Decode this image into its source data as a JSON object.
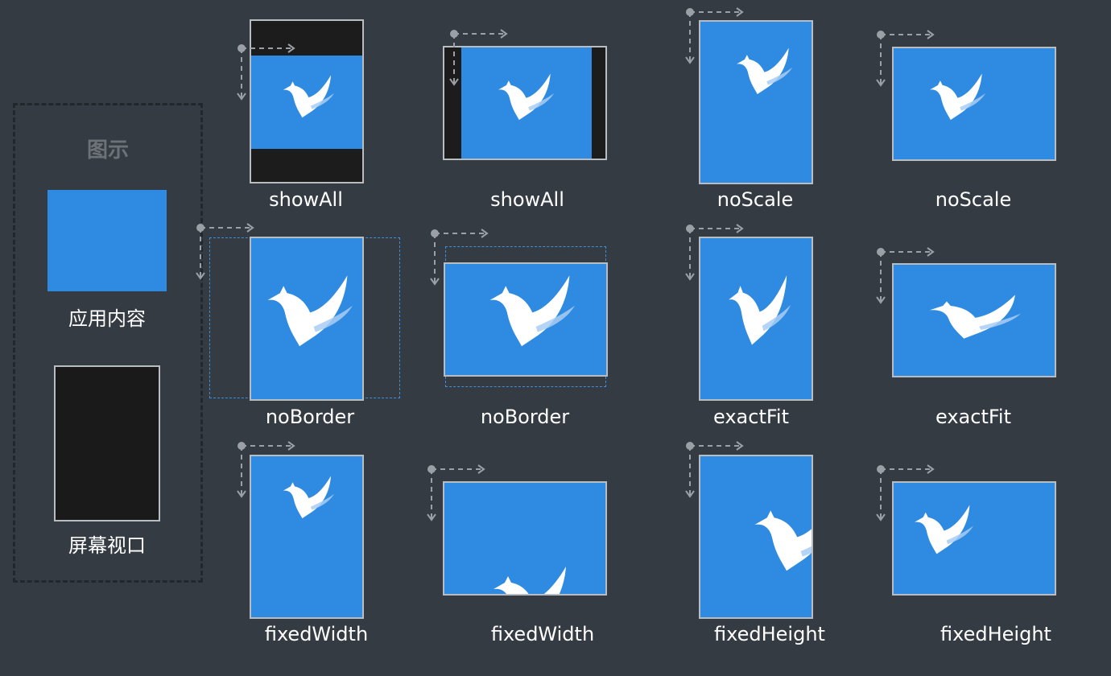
{
  "legend": {
    "title": "图示",
    "app_content_label": "应用内容",
    "screen_viewport_label": "屏幕视口"
  },
  "colors": {
    "background": "#353b43",
    "app_content": "#2f8be1",
    "viewport_fill": "#1c1c1c",
    "viewport_border": "#b9bcc0",
    "bird": "#ffffff",
    "bird_wing": "#a9cdf3",
    "axis_arrow": "#9aa0a6"
  },
  "examples": [
    {
      "id": "showall-portrait",
      "label": "showAll"
    },
    {
      "id": "showall-landscape",
      "label": "showAll"
    },
    {
      "id": "noscale-portrait",
      "label": "noScale"
    },
    {
      "id": "noscale-landscape",
      "label": "noScale"
    },
    {
      "id": "noborder-portrait",
      "label": "noBorder"
    },
    {
      "id": "noborder-landscape",
      "label": "noBorder"
    },
    {
      "id": "exactfit-portrait",
      "label": "exactFit"
    },
    {
      "id": "exactfit-landscape",
      "label": "exactFit"
    },
    {
      "id": "fixedwidth-portrait",
      "label": "fixedWidth"
    },
    {
      "id": "fixedwidth-landscape",
      "label": "fixedWidth"
    },
    {
      "id": "fixedheight-portrait",
      "label": "fixedHeight"
    },
    {
      "id": "fixedheight-landscape",
      "label": "fixedHeight"
    }
  ]
}
